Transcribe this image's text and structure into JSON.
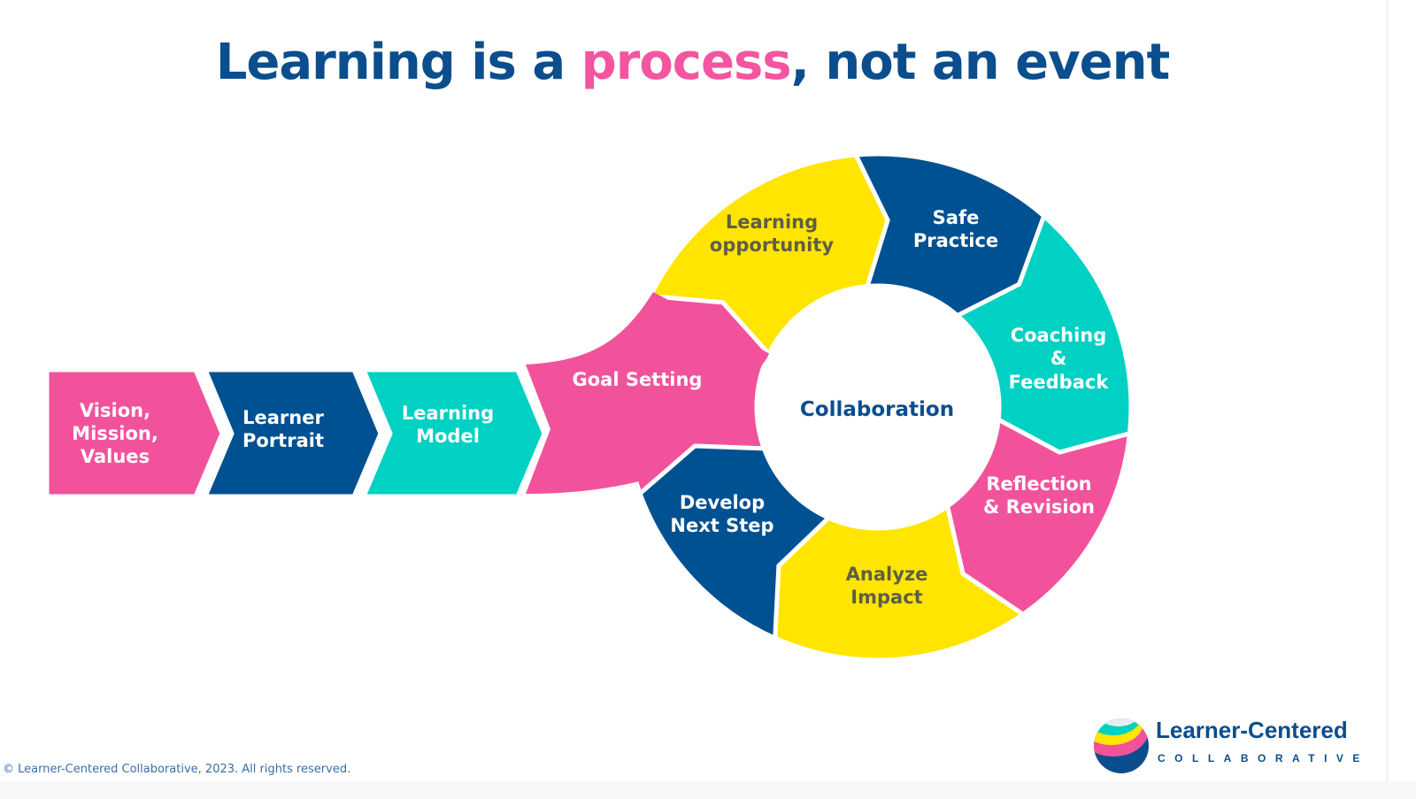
{
  "title": {
    "part1": "Learning is a ",
    "accent": "process",
    "part2": ", not an event"
  },
  "steps": [
    {
      "lines": [
        "Vision,",
        "Mission,",
        "Values"
      ],
      "color": "#f2529b"
    },
    {
      "lines": [
        "Learner",
        "Portrait"
      ],
      "color": "#005192"
    },
    {
      "lines": [
        "Learning",
        "Model"
      ],
      "color": "#00d1c3"
    }
  ],
  "cycle": [
    {
      "lines": [
        "Goal Setting"
      ],
      "color": "#f2529b"
    },
    {
      "lines": [
        "Learning",
        "opportunity"
      ],
      "color": "#ffe500"
    },
    {
      "lines": [
        "Safe",
        "Practice"
      ],
      "color": "#005192"
    },
    {
      "lines": [
        "Coaching",
        "&",
        "Feedback"
      ],
      "color": "#00d1c3"
    },
    {
      "lines": [
        "Reflection",
        "& Revision"
      ],
      "color": "#f2529b"
    },
    {
      "lines": [
        "Analyze",
        "Impact"
      ],
      "color": "#ffe500"
    },
    {
      "lines": [
        "Develop",
        "Next Step"
      ],
      "color": "#005192"
    }
  ],
  "center": "Collaboration",
  "footer": "© Learner-Centered Collaborative, 2023. All rights reserved.",
  "logo": {
    "name": "Learner-Centered",
    "sub": "COLLABORATIVE"
  }
}
